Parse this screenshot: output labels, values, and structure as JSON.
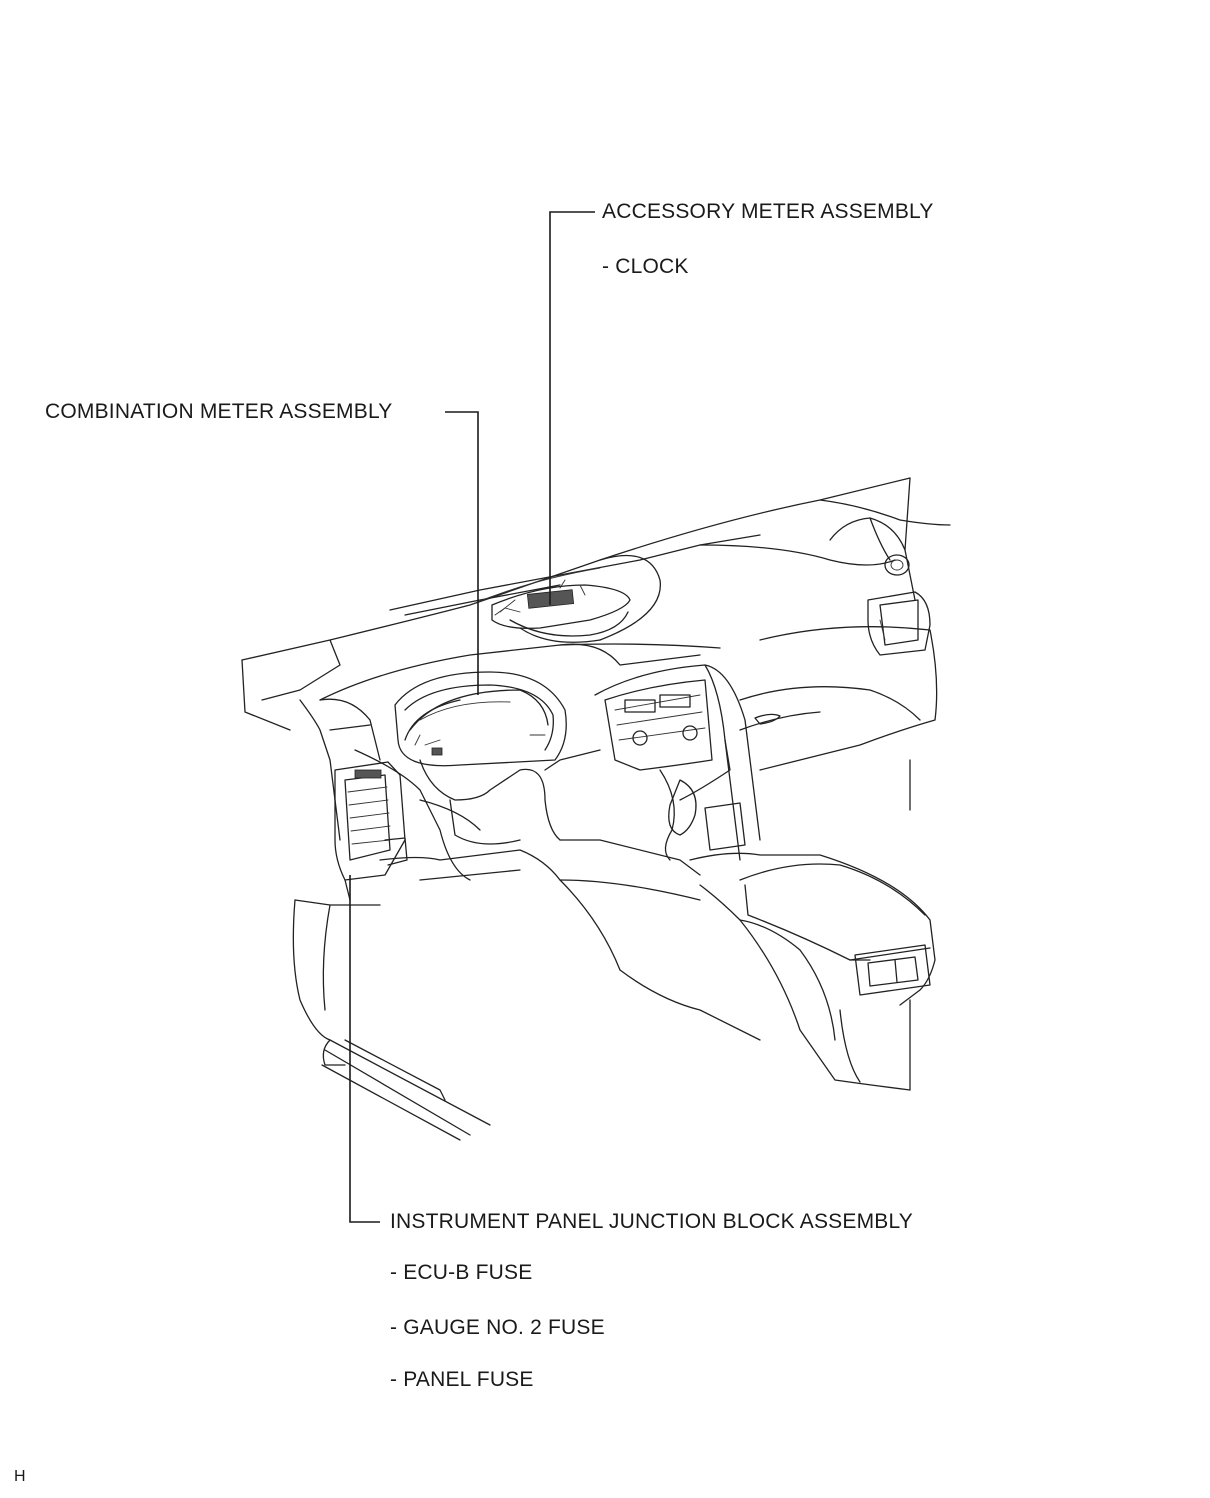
{
  "labels": {
    "accessory_meter": {
      "title": "ACCESSORY METER ASSEMBLY",
      "items": [
        "- CLOCK"
      ]
    },
    "combination_meter": {
      "title": "COMBINATION METER ASSEMBLY"
    },
    "junction_block": {
      "title": "INSTRUMENT PANEL JUNCTION BLOCK ASSEMBLY",
      "items": [
        "- ECU-B FUSE",
        "- GAUGE NO. 2 FUSE",
        "- PANEL FUSE"
      ]
    }
  },
  "footer": "H"
}
